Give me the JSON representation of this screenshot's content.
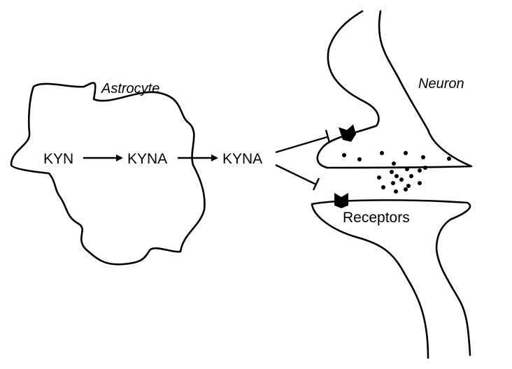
{
  "labels": {
    "astrocyte": "Astrocyte",
    "neuron": "Neuron",
    "kyn": "KYN",
    "kyna_inside": "KYNA",
    "kyna_outside": "KYNA",
    "receptors": "Receptors"
  },
  "colors": {
    "stroke": "#000000",
    "background": "#ffffff"
  }
}
